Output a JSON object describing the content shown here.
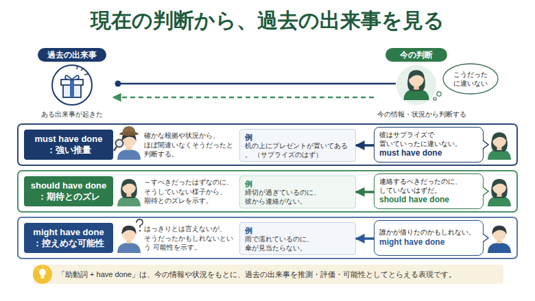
{
  "diagram": {
    "title": "現在の判断から、過去の出来事を見る",
    "nodes": [
      {
        "text": [
          "過去の出来事",
          "ある出来事が起きた"
        ]
      },
      {
        "text": [
          "今の判断",
          "今の情報・状況から判断する"
        ]
      },
      {
        "text": [
          "こうだった に違いない"
        ],
        "in": 1
      },
      {
        "text": [
          "確かな根拠や状況から、 ほぼ間違いなくそうだったと 判断する。"
        ]
      },
      {
        "text": [
          "must have done",
          "：強い推量"
        ],
        "in": 3
      },
      {
        "text": [
          "例",
          "机の上にプレゼントが置いてある。 （サプライズのはず）"
        ],
        "in": 3
      },
      {
        "text": [
          "彼はサプライズで 置いていったに違いない。",
          "must have done"
        ],
        "in": 3
      },
      {
        "text": [
          "～すべきだったはずなのに、 そうしていない様子から、 期待とのズレを示す。"
        ]
      },
      {
        "text": [
          "should have done",
          "：期待とのズレ"
        ],
        "in": 7
      },
      {
        "text": [
          "例",
          "締切が過ぎているのに、 彼から連絡がない。"
        ],
        "in": 7
      },
      {
        "text": [
          "連絡するべきだったのに、 していないはずだ。",
          "should have done"
        ],
        "in": 7
      },
      {
        "text": [
          "はっきりとは言えないが、 そうだったかもしれないという 可能性を示す。"
        ]
      },
      {
        "text": [
          "might have done",
          "：控えめな可能性"
        ],
        "in": 11
      },
      {
        "text": [
          "例",
          "雨で濡れているのに、 傘が見当たらない。"
        ],
        "in": 11
      },
      {
        "text": [
          "誰かが借りたのかもしれない。",
          "might have done"
        ],
        "in": 11
      },
      {
        "text": [
          "「助動詞 + have done」は、今の情報や状況をもとに、過去の出来事を推測・評価・可能性としてとらえる表現です。"
        ]
      }
    ],
    "edges": [
      {
        "from": 1,
        "to": 0,
        "arrow": "to"
      },
      {
        "from": 6,
        "to": 5,
        "arrow": "to"
      },
      {
        "from": 10,
        "to": 9,
        "arrow": "to"
      },
      {
        "from": 14,
        "to": 13,
        "arrow": "to"
      }
    ]
  }
}
